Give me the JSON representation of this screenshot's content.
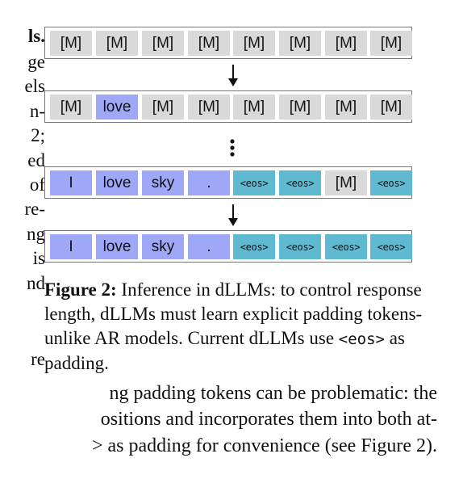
{
  "left_fragments": [
    "ls.",
    "ge",
    "els",
    "n-",
    "2;",
    "ed",
    "of",
    "re-",
    "ng",
    "is",
    "nd"
  ],
  "left_bottom_fragment": "re",
  "rows": [
    {
      "tokens": [
        {
          "text": "[M]",
          "kind": "mask"
        },
        {
          "text": "[M]",
          "kind": "mask"
        },
        {
          "text": "[M]",
          "kind": "mask"
        },
        {
          "text": "[M]",
          "kind": "mask"
        },
        {
          "text": "[M]",
          "kind": "mask"
        },
        {
          "text": "[M]",
          "kind": "mask"
        },
        {
          "text": "[M]",
          "kind": "mask"
        },
        {
          "text": "[M]",
          "kind": "mask"
        }
      ]
    },
    {
      "tokens": [
        {
          "text": "[M]",
          "kind": "mask"
        },
        {
          "text": "love",
          "kind": "word"
        },
        {
          "text": "[M]",
          "kind": "mask"
        },
        {
          "text": "[M]",
          "kind": "mask"
        },
        {
          "text": "[M]",
          "kind": "mask"
        },
        {
          "text": "[M]",
          "kind": "mask"
        },
        {
          "text": "[M]",
          "kind": "mask"
        },
        {
          "text": "[M]",
          "kind": "mask"
        }
      ]
    },
    {
      "tokens": [
        {
          "text": "I",
          "kind": "word"
        },
        {
          "text": "love",
          "kind": "word"
        },
        {
          "text": "sky",
          "kind": "word"
        },
        {
          "text": ".",
          "kind": "word"
        },
        {
          "text": "<eos>",
          "kind": "eos"
        },
        {
          "text": "<eos>",
          "kind": "eos"
        },
        {
          "text": "[M]",
          "kind": "mask"
        },
        {
          "text": "<eos>",
          "kind": "eos"
        }
      ]
    },
    {
      "tokens": [
        {
          "text": "I",
          "kind": "word"
        },
        {
          "text": "love",
          "kind": "word"
        },
        {
          "text": "sky",
          "kind": "word"
        },
        {
          "text": ".",
          "kind": "word"
        },
        {
          "text": "<eos>",
          "kind": "eos"
        },
        {
          "text": "<eos>",
          "kind": "eos"
        },
        {
          "text": "<eos>",
          "kind": "eos"
        },
        {
          "text": "<eos>",
          "kind": "eos"
        }
      ]
    }
  ],
  "colors": {
    "mask": "#d9d9d9",
    "word": "#9fa8f7",
    "eos": "#5fb9d1"
  },
  "caption": {
    "label": "Figure 2:",
    "text_before": " Inference in dLLMs: to control response length, dLLMs must learn explicit padding tokens-unlike AR models. Current dLLMs use ",
    "code": "<eos>",
    "text_after": " as padding."
  },
  "bottom_lines": [
    "ng padding tokens can be problematic: the",
    "ositions and incorporates them into both at-",
    "> as padding for convenience (see Figure 2)."
  ]
}
